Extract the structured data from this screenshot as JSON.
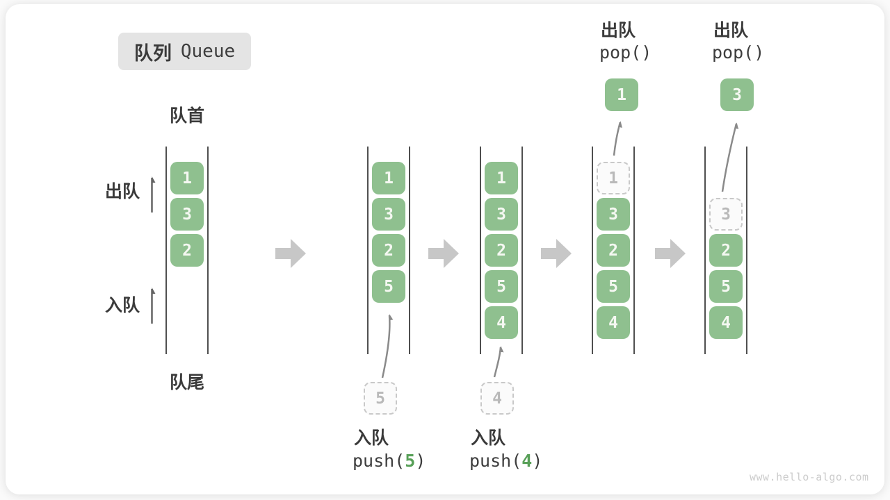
{
  "title": {
    "zh": "队列",
    "en": "Queue"
  },
  "labels": {
    "front": "队首",
    "rear": "队尾",
    "dequeue_side": "出队",
    "enqueue_side": "入队"
  },
  "states": [
    {
      "name": "initial",
      "items": [
        "1",
        "3",
        "2"
      ]
    },
    {
      "name": "after-push-5",
      "items": [
        "1",
        "3",
        "2",
        "5"
      ],
      "incoming": "5",
      "caption": {
        "zh": "入队",
        "fn": "push(",
        "arg": "5",
        "close": ")"
      }
    },
    {
      "name": "after-push-4",
      "items": [
        "1",
        "3",
        "2",
        "5",
        "4"
      ],
      "incoming": "4",
      "caption": {
        "zh": "入队",
        "fn": "push(",
        "arg": "4",
        "close": ")"
      }
    },
    {
      "name": "after-pop-1",
      "items": [
        "3",
        "2",
        "5",
        "4"
      ],
      "removed": "1",
      "popped": "1",
      "caption": {
        "zh": "出队",
        "code": "pop()"
      }
    },
    {
      "name": "after-pop-3",
      "items": [
        "2",
        "5",
        "4"
      ],
      "removed": "3",
      "popped": "3",
      "caption": {
        "zh": "出队",
        "code": "pop()"
      }
    }
  ],
  "watermark": "www.hello-algo.com",
  "colors": {
    "page_bg": "#fafafa",
    "card_bg": "#ffffff",
    "badge_bg": "#e4e4e4",
    "label": "#3a3a3a",
    "code": "#3d3d3d",
    "code_accent": "#58a058",
    "green": "#8fc08f",
    "green_digit": "#f5f8f2",
    "wall": "#4f4f4f",
    "arrow": "#8a8a8a",
    "dir_arrow": "#636363",
    "block_arrow": "#c7c7c7",
    "dashed_border": "#c9c9c9",
    "dashed_fill": "#fbfbfb",
    "dashed_text": "#b9b9b9",
    "watermark": "#cccccc"
  }
}
